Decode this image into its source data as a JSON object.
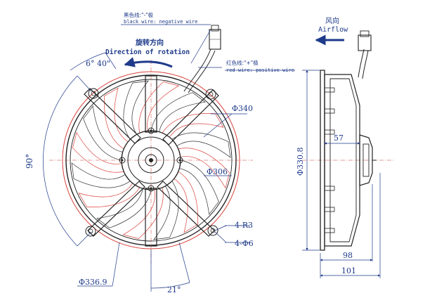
{
  "labels": {
    "black_wire_cn": "黑色线:\"-\"极",
    "black_wire_en": "black wire: negative wire",
    "red_wire_cn": "红色线:\"+\"极",
    "red_wire_en": "red wire: positive wire",
    "rotation_cn": "旋转方向",
    "rotation_en": "Direction of rotation",
    "airflow_cn": "风向",
    "airflow_en": "Airflow"
  },
  "dimensions": {
    "d340": "Φ340",
    "d306": "Φ306",
    "d336_9": "Φ336.9",
    "d330_8": "Φ330.8",
    "r3": "4-R3",
    "d6": "4-Φ6",
    "angle_640": "6° 40\"",
    "angle_90": "90°",
    "angle_21": "21°",
    "depth_57": "57",
    "depth_98": "98",
    "depth_101": "101"
  },
  "colors": {
    "accent": "#1e3a8a",
    "red_line": "#d9423b",
    "line": "#222222"
  },
  "icons": [
    "rotation-arrow-icon",
    "airflow-arrow-icon"
  ]
}
